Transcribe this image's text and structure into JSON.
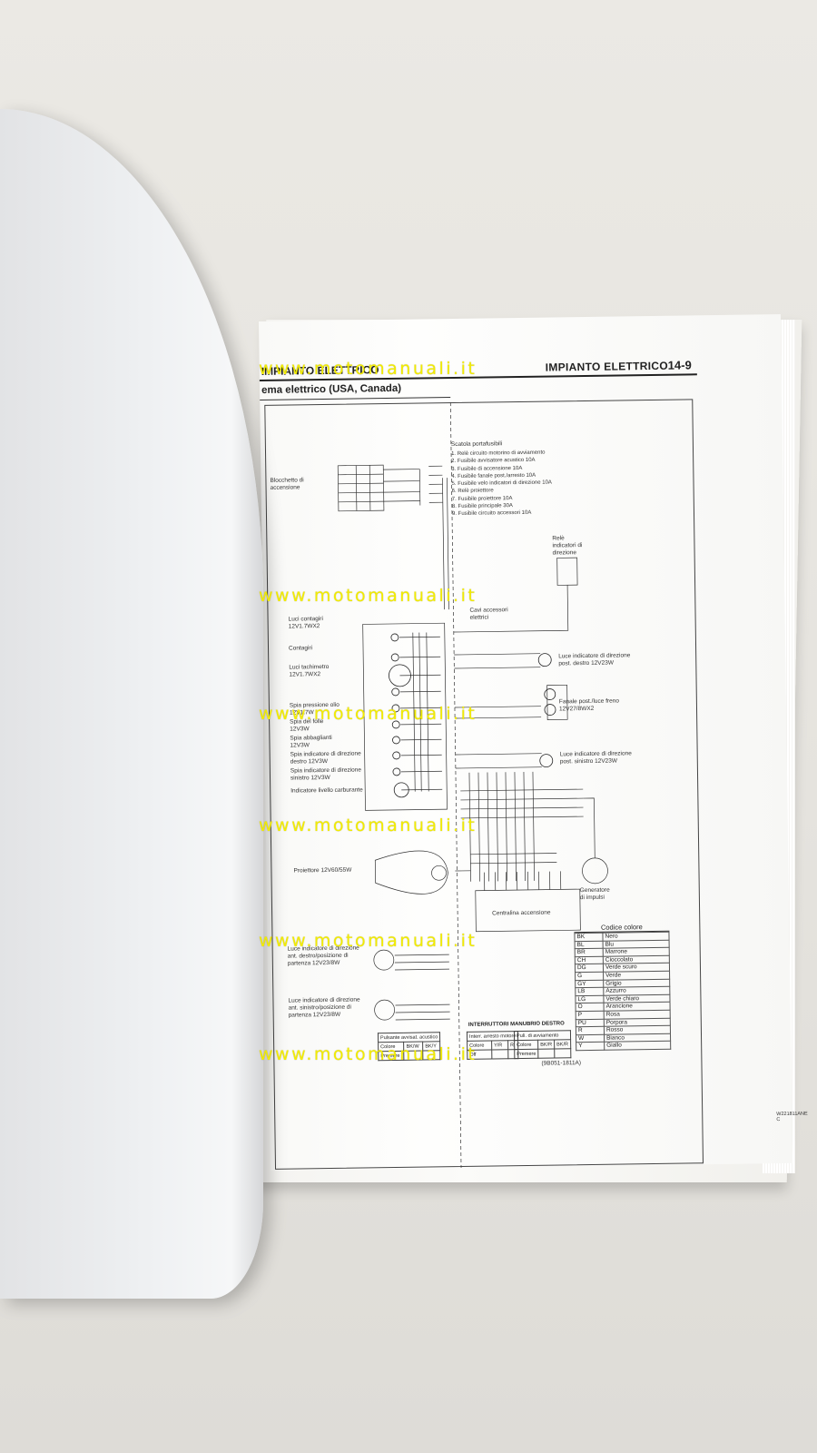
{
  "header": {
    "left_title": "IMPIANTO ELETTRICO",
    "right_title": "IMPIANTO ELETTRICO",
    "page_number": "14-9",
    "subtitle": "ema elettrico (USA, Canada)"
  },
  "watermark": {
    "text": "www.motomanuali.it"
  },
  "fuse_box": {
    "title": "Scatola portafusibili",
    "items": [
      "1. Relè circuito motorino di avviamento",
      "2. Fusibile avvisatore acustico 10A",
      "3. Fusibile di accensione 10A",
      "4. Fusibile fanale post./arresto 10A",
      "5. Fusibile velo indicatori di direzione 10A",
      "6. Relè proiettore",
      "7. Fusibile proiettore 10A",
      "8. Fusibile principale 30A",
      "9. Fusibile circuito accessori 10A"
    ]
  },
  "labels": {
    "ignition_switch": "Blocchetto di\naccensione",
    "turn_relay": "Relè\nindicatori di\ndirezione",
    "accessory_cables": "Cavi accessori\nelettrici",
    "meter_lights": "Luci contagiri\n12V1.7WX2",
    "tachometer": "Contagiri",
    "speedo_lights": "Luci tachimetro\n12V1.7WX2",
    "oil_pressure": "Spia pressione olio\n12V1.7W",
    "neutral": "Spia del folle\n12V3W",
    "high_beam": "Spia abbaglianti\n12V3W",
    "right_turn_ind": "Spia indicatore di direzione\ndestro 12V3W",
    "left_turn_ind": "Spia indicatore di direzione\nsinistro 12V3W",
    "fuel_gauge": "Indicatore livello carburante",
    "rear_right_turn": "Luce indicatore di direzione\npost. destro 12V23W",
    "tail_brake": "Fanale post./luce freno\n12V27/8WX2",
    "rear_left_turn": "Luce indicatore di direzione\npost. sinistro 12V23W",
    "headlight": "Proiettore 12V60/55W",
    "ignitor": "Centralina accensione",
    "pulse_generator": "Generatore\ndi impulsi",
    "front_right_turn": "Luce indicatore di direzione\nant. destro/posizione di\npartenza 12V23/8W",
    "front_left_turn": "Luce indicatore di direzione\nant. sinistro/posizione di\npartenza 12V23/8W"
  },
  "color_codes": {
    "title": "Codice colore",
    "rows": [
      {
        "code": "BK",
        "name": "Nero"
      },
      {
        "code": "BL",
        "name": "Blu"
      },
      {
        "code": "BR",
        "name": "Marrone"
      },
      {
        "code": "CH",
        "name": "Cioccolato"
      },
      {
        "code": "DG",
        "name": "Verde scuro"
      },
      {
        "code": "G",
        "name": "Verde"
      },
      {
        "code": "GY",
        "name": "Grigio"
      },
      {
        "code": "LB",
        "name": "Azzurro"
      },
      {
        "code": "LG",
        "name": "Verde chiaro"
      },
      {
        "code": "O",
        "name": "Arancione"
      },
      {
        "code": "P",
        "name": "Rosa"
      },
      {
        "code": "PU",
        "name": "Porpora"
      },
      {
        "code": "R",
        "name": "Rosso"
      },
      {
        "code": "W",
        "name": "Bianco"
      },
      {
        "code": "Y",
        "name": "Giallo"
      }
    ]
  },
  "switch_tables": {
    "title": "INTERRUTTORI MANUBRIO DESTRO",
    "horn": {
      "header": "Pulsante avvisat. acustico",
      "c1": "Colore",
      "c2": "BK/W",
      "c3": "BK/Y",
      "r1": "Premere"
    },
    "stop": {
      "header": "Interr. arresto motore",
      "c1": "Colore",
      "c2": "Y/R",
      "c3": "R",
      "r1": "Off"
    },
    "start": {
      "header": "Pulì. di avviamento",
      "c1": "Colore",
      "c2": "BK/R",
      "c3": "BK/R",
      "r1": "Premere"
    },
    "ref_code": "(9B051-1811A)"
  },
  "drawing_number": "W221811ANE C"
}
